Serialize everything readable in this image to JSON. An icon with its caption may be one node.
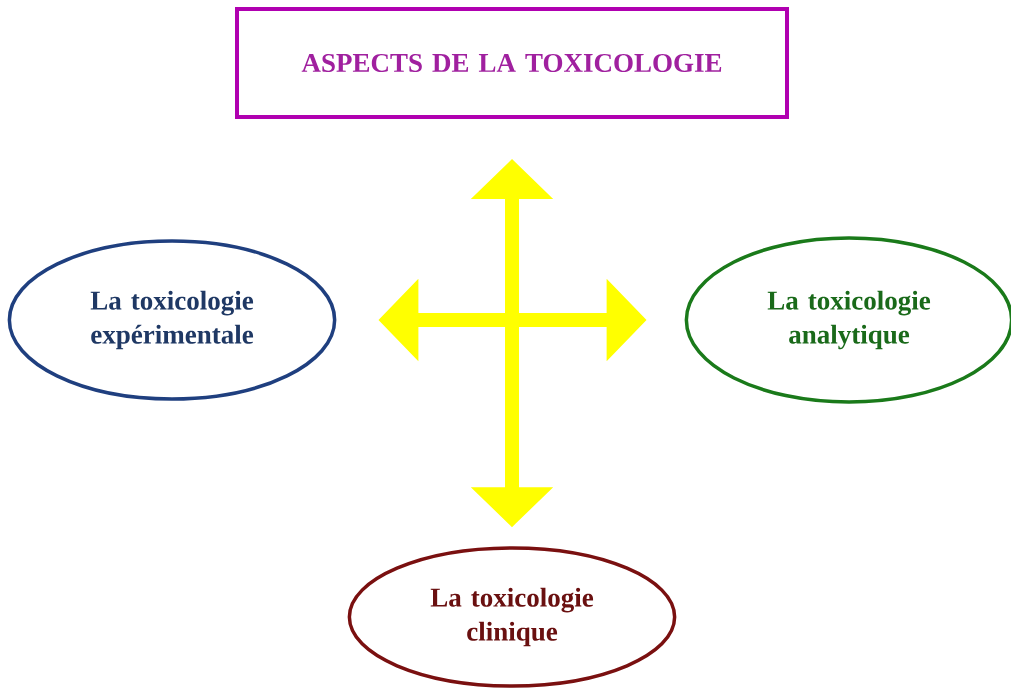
{
  "diagram": {
    "nodes": [
      {
        "text": [
          "ASPECTS DE LA TOXICOLOGIE"
        ]
      },
      {
        "text": [
          "La toxicologie expérimentale"
        ]
      },
      {
        "text": [
          "La toxicologie analytique"
        ]
      },
      {
        "text": [
          "La toxicologie clinique"
        ]
      }
    ],
    "edges": [
      {
        "from": 0,
        "to": 3,
        "arrow": "both",
        "color": "#ffff00"
      },
      {
        "from": 1,
        "to": 2,
        "arrow": "both",
        "color": "#ffff00"
      }
    ]
  }
}
